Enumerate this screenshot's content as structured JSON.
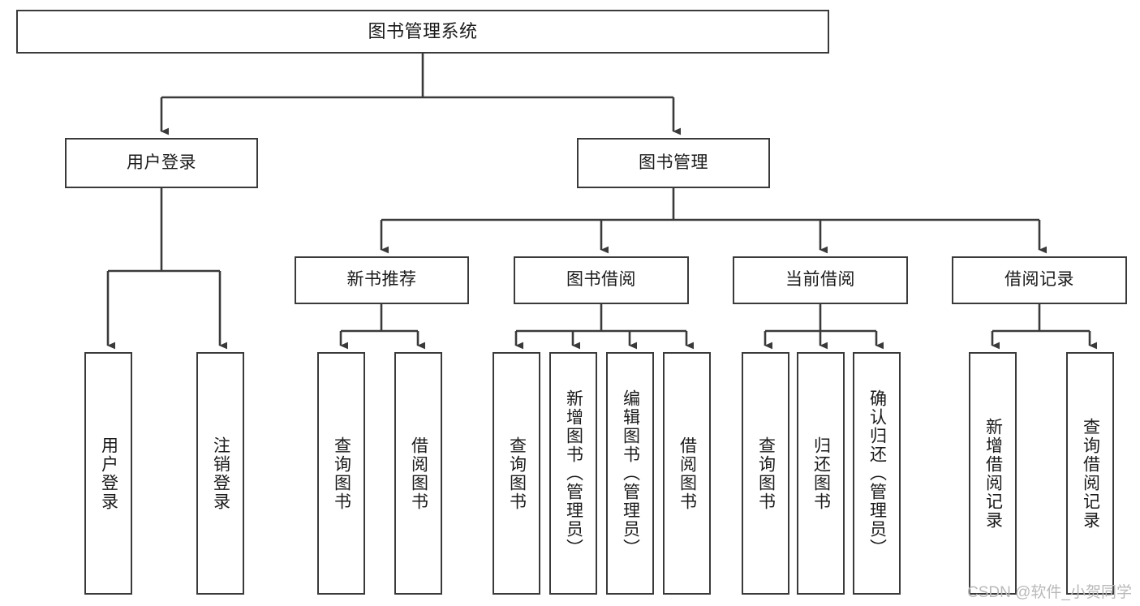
{
  "diagram": {
    "title": "图书管理系统",
    "type": "tree",
    "orientation": "top-down",
    "line_color": "#3a3a3a",
    "box_fill": "#ffffff",
    "text_color": "#1a1a1a",
    "nodes": {
      "root": {
        "label": "图书管理系统"
      },
      "level2": [
        {
          "label": "用户登录"
        },
        {
          "label": "图书管理"
        }
      ],
      "level3": [
        {
          "label": "新书推荐"
        },
        {
          "label": "图书借阅"
        },
        {
          "label": "当前借阅"
        },
        {
          "label": "借阅记录"
        }
      ],
      "leaves_user_login": [
        {
          "label": "用户登录"
        },
        {
          "label": "注销登录"
        }
      ],
      "leaves_new_book": [
        {
          "label": "查询图书"
        },
        {
          "label": "借阅图书"
        }
      ],
      "leaves_borrow": [
        {
          "label": "查询图书"
        },
        {
          "label": "新增图书（管理员）"
        },
        {
          "label": "编辑图书（管理员）"
        },
        {
          "label": "借阅图书"
        }
      ],
      "leaves_current": [
        {
          "label": "查询图书"
        },
        {
          "label": "归还图书"
        },
        {
          "label": "确认归还（管理员）"
        }
      ],
      "leaves_record": [
        {
          "label": "新增借阅记录"
        },
        {
          "label": "查询借阅记录"
        }
      ]
    }
  },
  "watermark": {
    "text": "CSDN @软件_小贺同学"
  }
}
